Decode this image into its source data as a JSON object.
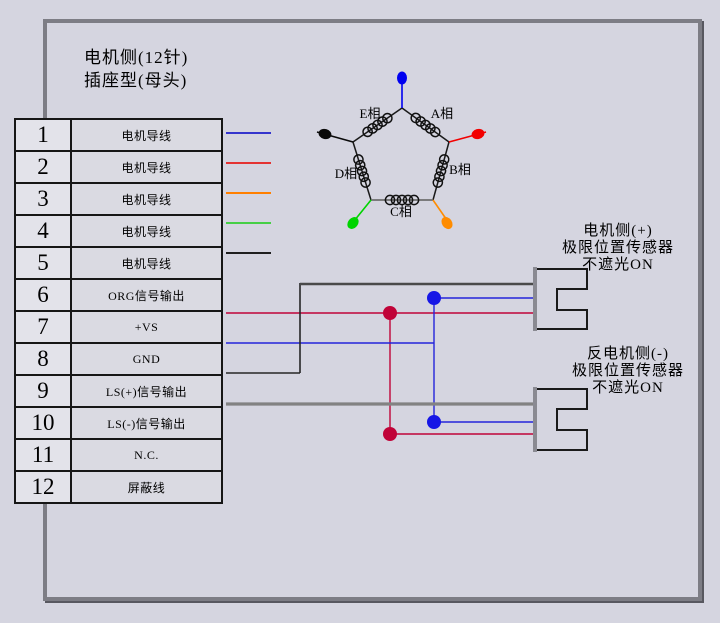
{
  "canvas": {
    "background": "#d5d5e0",
    "frame_color": "#7d7d85"
  },
  "title": {
    "line1": "电机侧(12针)",
    "line2": "插座型(母头)"
  },
  "pin_table": {
    "rows": [
      {
        "pin": "1",
        "label": "电机导线"
      },
      {
        "pin": "2",
        "label": "电机导线"
      },
      {
        "pin": "3",
        "label": "电机导线"
      },
      {
        "pin": "4",
        "label": "电机导线"
      },
      {
        "pin": "5",
        "label": "电机导线"
      },
      {
        "pin": "6",
        "label": "ORG信号输出"
      },
      {
        "pin": "7",
        "label": "+VS"
      },
      {
        "pin": "8",
        "label": "GND"
      },
      {
        "pin": "9",
        "label": "LS(+)信号输出"
      },
      {
        "pin": "10",
        "label": "LS(-)信号输出"
      },
      {
        "pin": "11",
        "label": "N.C."
      },
      {
        "pin": "12",
        "label": "屏蔽线"
      }
    ]
  },
  "motor_diagram": {
    "phases": [
      {
        "name": "E相"
      },
      {
        "name": "A相"
      },
      {
        "name": "B相"
      },
      {
        "name": "C相"
      },
      {
        "name": "D相"
      }
    ],
    "terminals": [
      {
        "position": "top",
        "color": "#0000f0"
      },
      {
        "position": "right",
        "color": "#f20000"
      },
      {
        "position": "bottom-right",
        "color": "#ff8c00"
      },
      {
        "position": "bottom-left",
        "color": "#00d400"
      },
      {
        "position": "left",
        "color": "#0a0a0a"
      }
    ],
    "edge_color": "#1a1a1a",
    "bottom_edge_color": "#6e6e6e",
    "coil_color": "#111111"
  },
  "sensors": [
    {
      "line1": "电机侧(+)",
      "line2": "极限位置传感器",
      "line3": "不遮光ON"
    },
    {
      "line1": "反电机侧(-)",
      "line2": "极限位置传感器",
      "line3": "不遮光ON"
    }
  ],
  "wires": {
    "pin1": "#3535cd",
    "pin2": "#e43333",
    "pin3": "#ff7f00",
    "pin4": "#46cf46",
    "pin5": "#1f1f1f",
    "vs_plus": "#c00338",
    "gnd": "#2424da",
    "ls_plus": "#4a4a4a",
    "ls_minus": "#828282",
    "junction_vs": "#c00338",
    "junction_gnd": "#1616e6",
    "sensor_outline": "#1a1a1a",
    "sensor_left_edge": "#8a8a92"
  }
}
